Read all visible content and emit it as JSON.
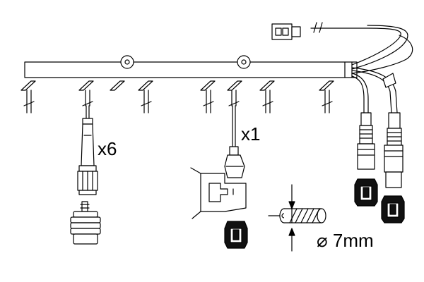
{
  "labels": {
    "multiplier_six": "x6",
    "multiplier_one": "x1",
    "diameter": "⌀ 7mm"
  },
  "colors": {
    "line": "#000000",
    "background": "#ffffff"
  }
}
